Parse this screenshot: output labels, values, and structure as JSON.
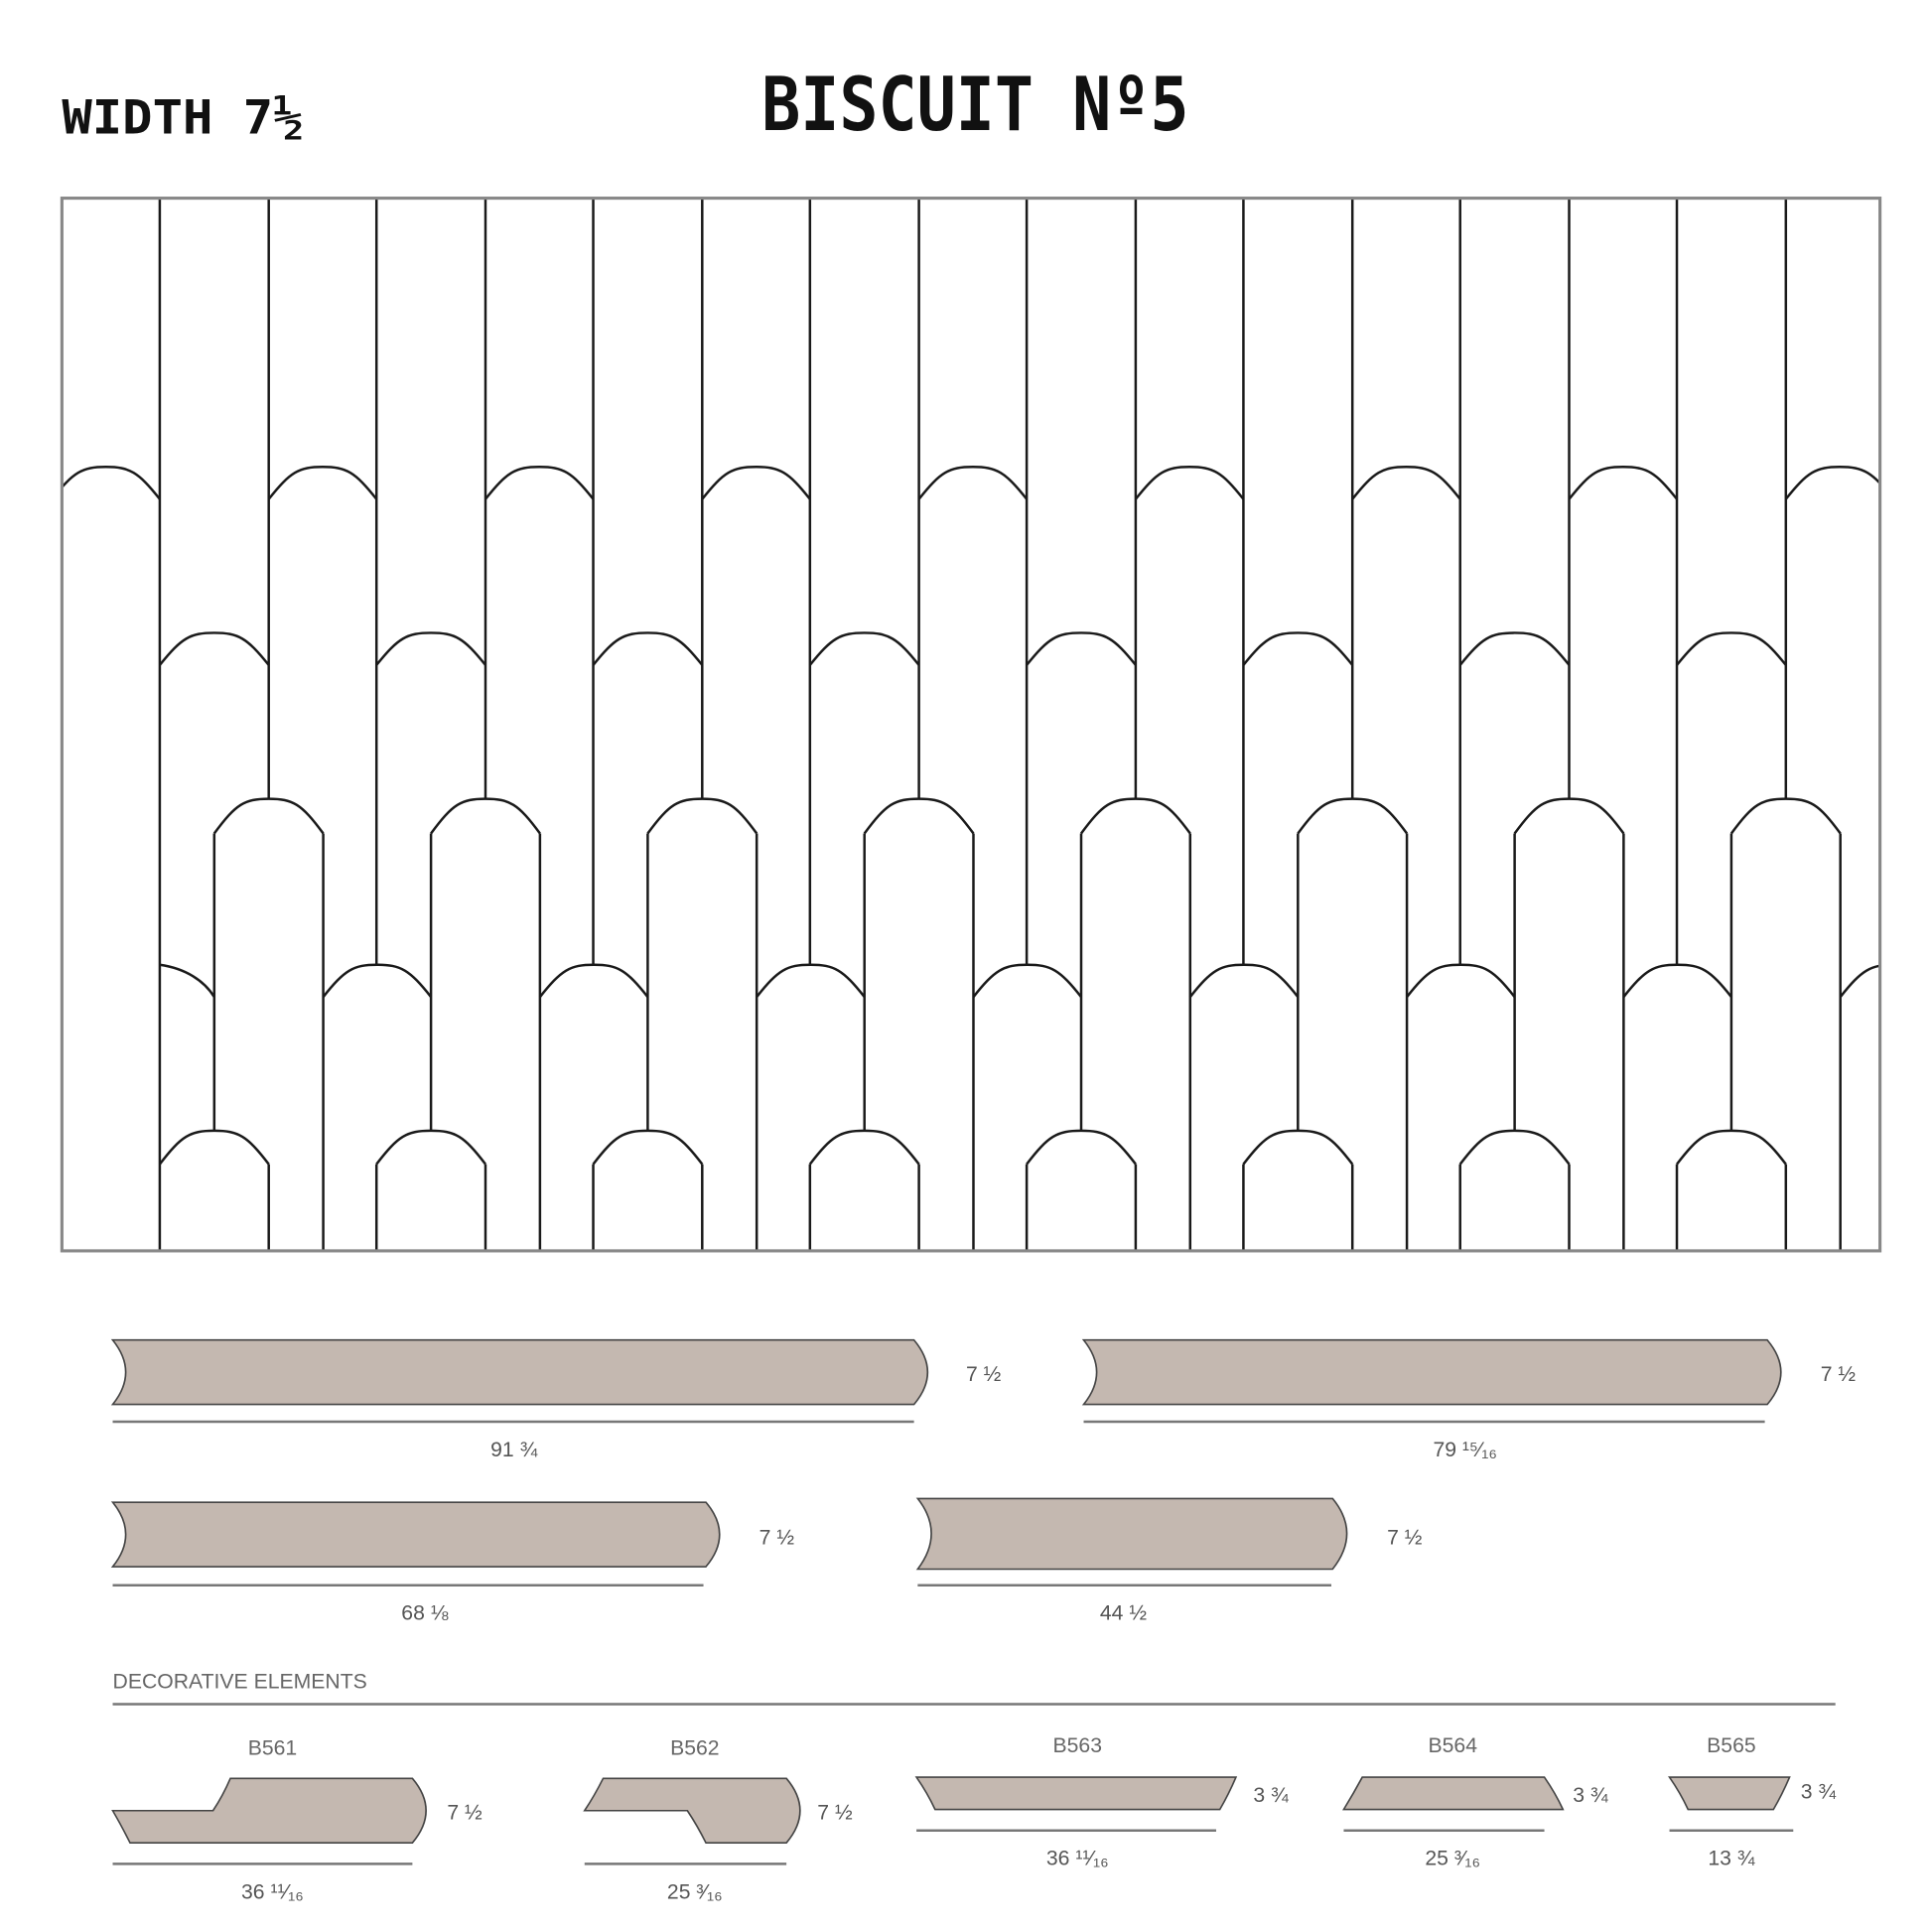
{
  "header": {
    "width_label": "WIDTH 7½",
    "title": "BISCUIT Nº5"
  },
  "colors": {
    "piece_fill": "#c4b8b0",
    "line": "#1a1a1a"
  },
  "pieces": [
    {
      "length": "91 ¾",
      "width": "7 ½"
    },
    {
      "length": "79 ¹⁵⁄₁₆",
      "width": "7 ½"
    },
    {
      "length": "68 ⅛",
      "width": "7 ½"
    },
    {
      "length": "44 ½",
      "width": "7 ½"
    }
  ],
  "decorative": {
    "heading": "DECORATIVE ELEMENTS",
    "items": [
      {
        "code": "B561",
        "length": "36 ¹¹⁄₁₆",
        "width": "7 ½"
      },
      {
        "code": "B562",
        "length": "25 ³⁄₁₆",
        "width": "7 ½"
      },
      {
        "code": "B563",
        "length": "36 ¹¹⁄₁₆",
        "width": "3 ¾"
      },
      {
        "code": "B564",
        "length": "25 ³⁄₁₆",
        "width": "3 ¾"
      },
      {
        "code": "B565",
        "length": "13 ¾",
        "width": "3 ¾"
      }
    ]
  }
}
